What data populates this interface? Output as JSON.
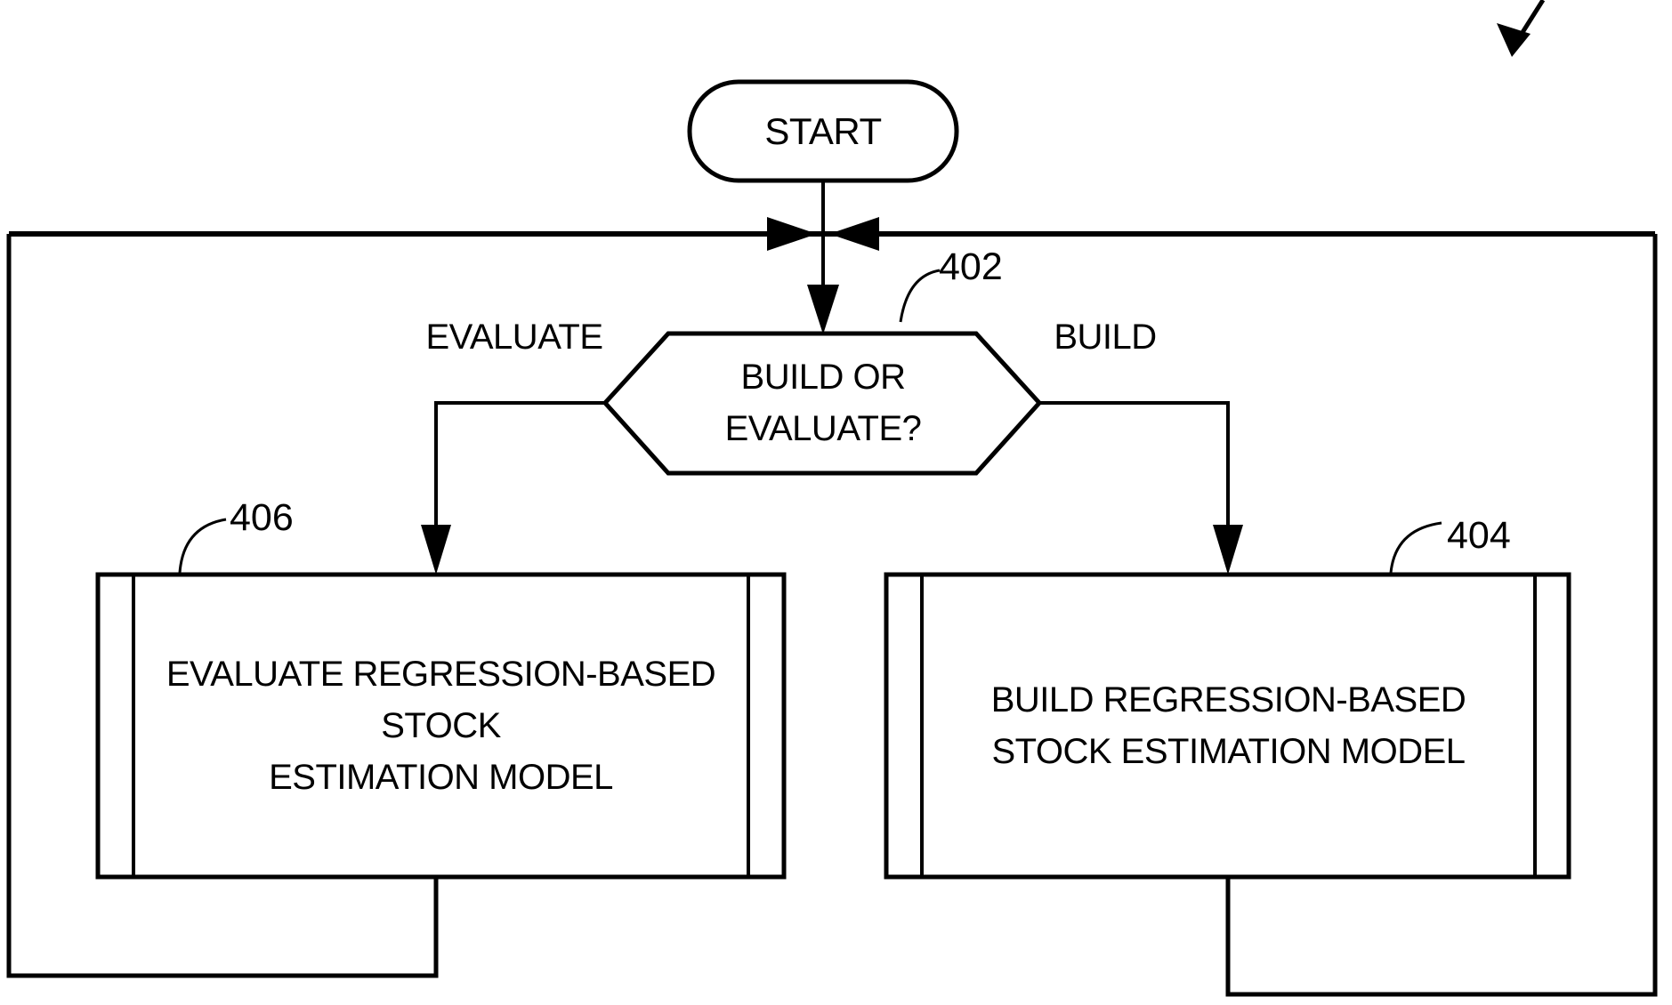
{
  "figure": {
    "bg_color": "#ffffff",
    "ink_color": "#000000"
  },
  "start": {
    "label": "START"
  },
  "decision": {
    "line1": "BUILD OR",
    "line2": "EVALUATE?",
    "ref": "402"
  },
  "branches": {
    "left_label": "EVALUATE",
    "right_label": "BUILD"
  },
  "evaluate_box": {
    "line1": "EVALUATE REGRESSION-BASED",
    "line2": "STOCK",
    "line3": "ESTIMATION MODEL",
    "ref": "406"
  },
  "build_box": {
    "line1": "BUILD REGRESSION-BASED",
    "line2": "STOCK ESTIMATION MODEL",
    "ref": "404"
  }
}
